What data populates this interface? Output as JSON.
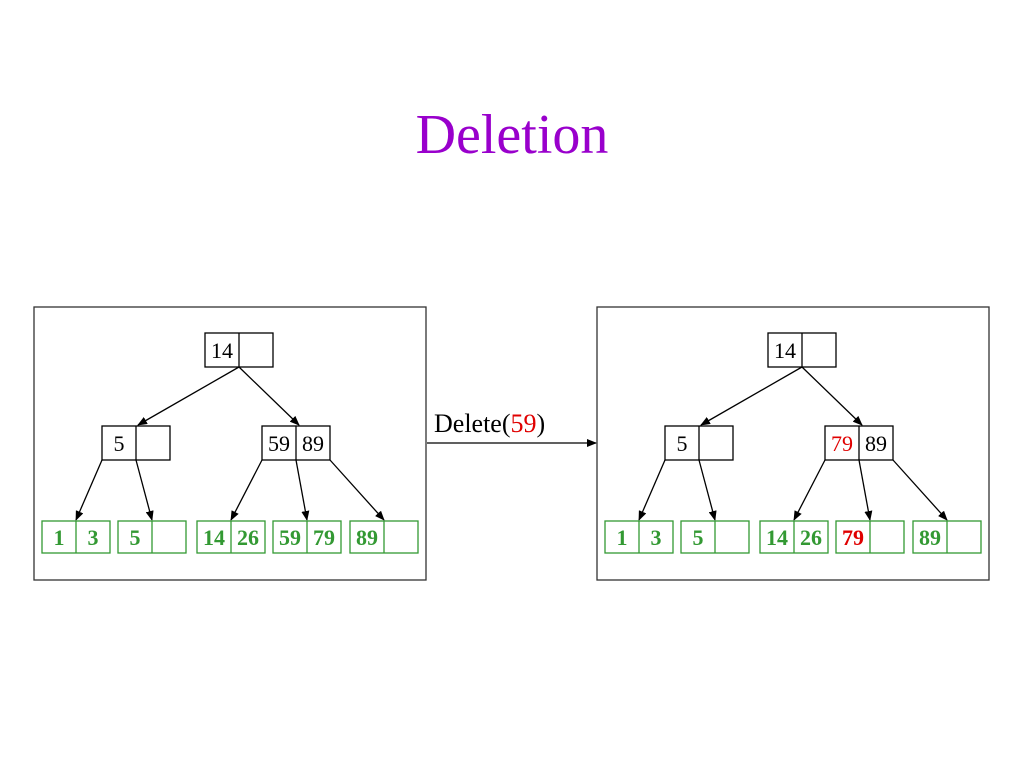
{
  "title": "Deletion",
  "colors": {
    "title": "#9900cc",
    "internal": "#000000",
    "leaf": "#339933",
    "highlight": "#e00000",
    "border": "#000000"
  },
  "operation": {
    "prefix": "Delete(",
    "key": "59",
    "suffix": ")"
  },
  "trees": [
    {
      "name": "before",
      "root": {
        "keys": [
          "14",
          ""
        ]
      },
      "internal": [
        {
          "keys": [
            "5",
            ""
          ],
          "highlight": []
        },
        {
          "keys": [
            "59",
            "89"
          ],
          "highlight": []
        }
      ],
      "leaves": [
        {
          "keys": [
            "1",
            "3"
          ],
          "highlight": []
        },
        {
          "keys": [
            "5",
            ""
          ],
          "highlight": []
        },
        {
          "keys": [
            "14",
            "26"
          ],
          "highlight": []
        },
        {
          "keys": [
            "59",
            "79"
          ],
          "highlight": []
        },
        {
          "keys": [
            "89",
            ""
          ],
          "highlight": []
        }
      ]
    },
    {
      "name": "after",
      "root": {
        "keys": [
          "14",
          ""
        ]
      },
      "internal": [
        {
          "keys": [
            "5",
            ""
          ],
          "highlight": []
        },
        {
          "keys": [
            "79",
            "89"
          ],
          "highlight": [
            0
          ]
        }
      ],
      "leaves": [
        {
          "keys": [
            "1",
            "3"
          ],
          "highlight": []
        },
        {
          "keys": [
            "5",
            ""
          ],
          "highlight": []
        },
        {
          "keys": [
            "14",
            "26"
          ],
          "highlight": []
        },
        {
          "keys": [
            "79",
            ""
          ],
          "highlight": [
            0
          ]
        },
        {
          "keys": [
            "89",
            ""
          ],
          "highlight": []
        }
      ]
    }
  ]
}
